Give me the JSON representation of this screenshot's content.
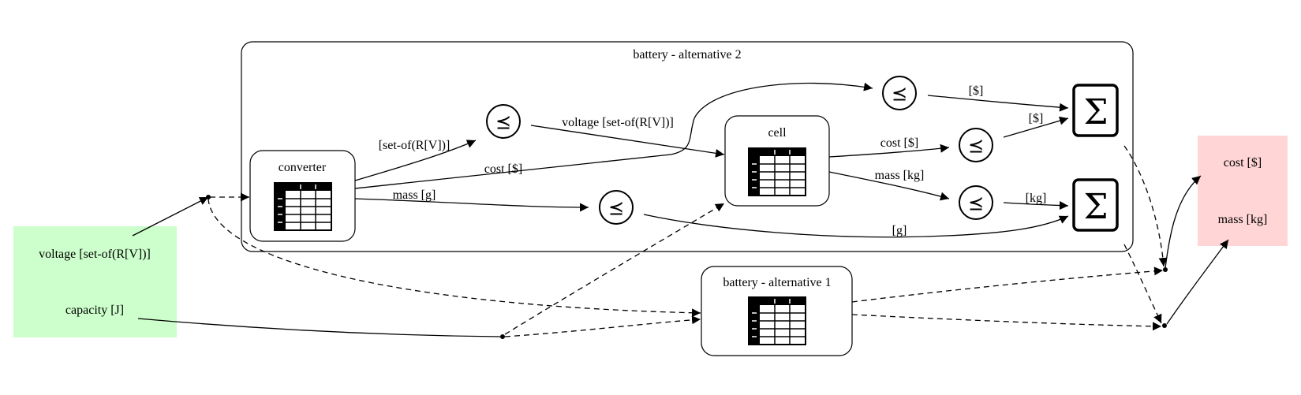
{
  "nodes": {
    "inputs": {
      "color": "#ccffcc",
      "ports": [
        "voltage [set-of(R[V])]",
        "capacity [J]"
      ]
    },
    "outputs": {
      "color": "#ffd5d5",
      "ports": [
        "cost [$]",
        "mass [kg]"
      ]
    },
    "alt2": {
      "label": "battery - alternative 2"
    },
    "alt1": {
      "label": "battery - alternative 1"
    },
    "converter": {
      "label": "converter"
    },
    "cell": {
      "label": "cell"
    },
    "leq_glyph": "⪯",
    "sum_glyph": "Σ"
  },
  "edges": {
    "conv_voltage": "[set-of(R[V])]",
    "conv_cost": "cost [$]",
    "conv_mass": "mass [g]",
    "voltage_to_cell": "voltage [set-of(R[V])]",
    "cell_cost": "cost [$]",
    "cell_mass": "mass [kg]",
    "to_sum_cost_top": "[$]",
    "to_sum_cost_mid": "[$]",
    "to_sum_mass_kg": "[kg]",
    "to_sum_mass_g": "[g]"
  }
}
